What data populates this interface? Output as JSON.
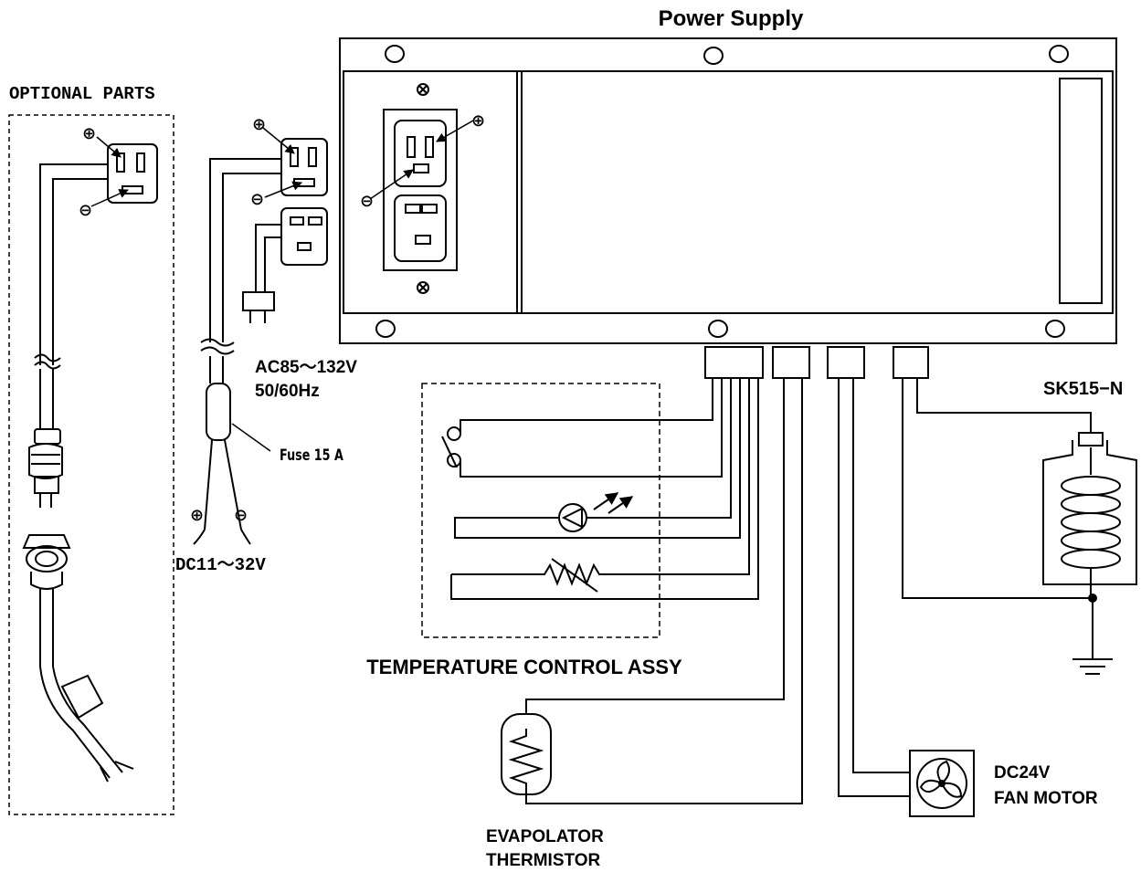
{
  "labels": {
    "power_supply": "Power  Supply",
    "optional_parts": "OPTIONAL PARTS",
    "ac_voltage": "AC85～132V",
    "ac_freq": "50/60Hz",
    "fuse": "Fuse 15 A",
    "dc_voltage": "DC11～32V",
    "temp_control": "TEMPERATURE  CONTROL ASSY",
    "evaporator_line1": "EVAPOLATOR",
    "evaporator_line2": "THERMISTOR",
    "solenoid_model": "SK515−N",
    "fan_line1": "DC24V",
    "fan_line2": "FAN  MOTOR"
  },
  "symbols": {
    "plus": "⊕",
    "minus": "⊖"
  },
  "icons": [
    "screw-icon",
    "outlet-icon",
    "plug-icon",
    "lamp-icon",
    "thermistor-icon",
    "relay-switch-icon",
    "fan-icon",
    "solenoid-coil-icon",
    "ground-icon"
  ]
}
